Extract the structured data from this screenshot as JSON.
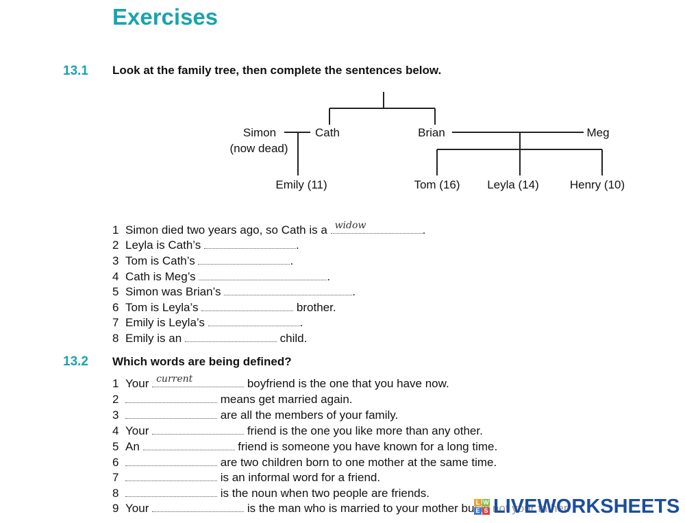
{
  "title": "Exercises",
  "sections": [
    {
      "number": "13.1",
      "instruction": "Look at the family tree, then complete the sentences below."
    },
    {
      "number": "13.2",
      "instruction": "Which words are being defined?"
    }
  ],
  "tree": {
    "simon": "Simon",
    "simon_note": "(now dead)",
    "cath": "Cath",
    "brian": "Brian",
    "meg": "Meg",
    "emily": "Emily (11)",
    "tom": "Tom (16)",
    "leyla": "Leyla (14)",
    "henry": "Henry (10)"
  },
  "ex1": [
    {
      "n": "1",
      "pre": "Simon died two years ago, so Cath is a",
      "answer": "widow",
      "post": "."
    },
    {
      "n": "2",
      "pre": "Leyla is Cath’s",
      "answer": "",
      "post": "."
    },
    {
      "n": "3",
      "pre": "Tom is Cath’s",
      "answer": "",
      "post": "."
    },
    {
      "n": "4",
      "pre": "Cath is Meg’s",
      "answer": "",
      "post": "."
    },
    {
      "n": "5",
      "pre": "Simon was Brian’s",
      "answer": "",
      "post": "."
    },
    {
      "n": "6",
      "pre": "Tom is Leyla’s",
      "answer": "",
      "post": "brother."
    },
    {
      "n": "7",
      "pre": "Emily is Leyla’s",
      "answer": "",
      "post": "."
    },
    {
      "n": "8",
      "pre": "Emily is an",
      "answer": "",
      "post": "child."
    }
  ],
  "ex2": [
    {
      "n": "1",
      "pre": "Your",
      "answer": "current",
      "post": "boyfriend is the one that you have now."
    },
    {
      "n": "2",
      "pre": "",
      "answer": "",
      "post": "means get married again."
    },
    {
      "n": "3",
      "pre": "",
      "answer": "",
      "post": "are all the members of your family."
    },
    {
      "n": "4",
      "pre": "Your",
      "answer": "",
      "post": "friend is the one you like more than any other."
    },
    {
      "n": "5",
      "pre": "An",
      "answer": "",
      "post": "friend is someone you have known for a long time."
    },
    {
      "n": "6",
      "pre": "",
      "answer": "",
      "post": "are two children born to one mother at the same time."
    },
    {
      "n": "7",
      "pre": "",
      "answer": "",
      "post": "is an informal word for a friend."
    },
    {
      "n": "8",
      "pre": "",
      "answer": "",
      "post": "is the noun when two people are friends."
    },
    {
      "n": "9",
      "pre": "Your",
      "answer": "",
      "post": "is the man who is married to your mother but is not your father."
    }
  ],
  "watermark": {
    "logo_letters": [
      "L",
      "W",
      "E",
      "S"
    ],
    "text": "LIVEWORKSHEETS"
  },
  "colors": {
    "accent": "#1aa3ae",
    "watermark": "#1d4d9c"
  }
}
